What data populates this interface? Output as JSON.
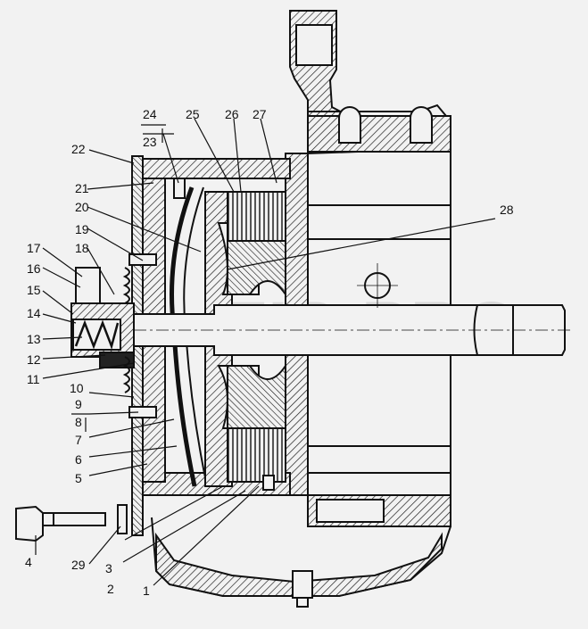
{
  "diagram": {
    "watermark": "ZIP-PRO",
    "callouts": [
      {
        "id": "1",
        "label": "1"
      },
      {
        "id": "2",
        "label": "2"
      },
      {
        "id": "3",
        "label": "3"
      },
      {
        "id": "4",
        "label": "4"
      },
      {
        "id": "5",
        "label": "5"
      },
      {
        "id": "6",
        "label": "6"
      },
      {
        "id": "7",
        "label": "7"
      },
      {
        "id": "8",
        "label": "8"
      },
      {
        "id": "9",
        "label": "9"
      },
      {
        "id": "10",
        "label": "10"
      },
      {
        "id": "11",
        "label": "11"
      },
      {
        "id": "12",
        "label": "12"
      },
      {
        "id": "13",
        "label": "13"
      },
      {
        "id": "14",
        "label": "14"
      },
      {
        "id": "15",
        "label": "15"
      },
      {
        "id": "16",
        "label": "16"
      },
      {
        "id": "17",
        "label": "17"
      },
      {
        "id": "18",
        "label": "18"
      },
      {
        "id": "19",
        "label": "19"
      },
      {
        "id": "20",
        "label": "20"
      },
      {
        "id": "21",
        "label": "21"
      },
      {
        "id": "22",
        "label": "22"
      },
      {
        "id": "23",
        "label": "23"
      },
      {
        "id": "24",
        "label": "24"
      },
      {
        "id": "25",
        "label": "25"
      },
      {
        "id": "26",
        "label": "26"
      },
      {
        "id": "27",
        "label": "27"
      },
      {
        "id": "28",
        "label": "28"
      },
      {
        "id": "29",
        "label": "29"
      }
    ]
  }
}
